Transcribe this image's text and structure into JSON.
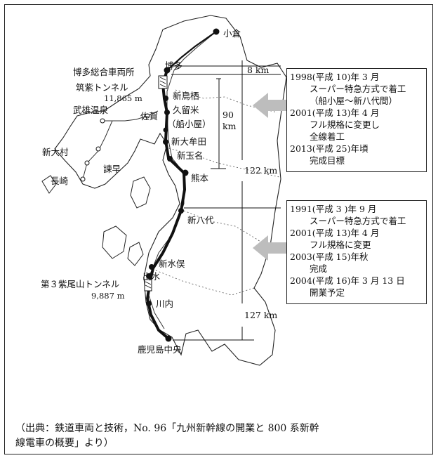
{
  "stations": {
    "kokura": "小倉",
    "hakata": "博多",
    "shintosu": "新鳥栖",
    "kurume": "久留米",
    "funagoya": "（船小屋）",
    "shinomuta": "新大牟田",
    "shintamana": "新玉名",
    "kumamoto": "熊本",
    "shinyatsushiro": "新八代",
    "shinminamata": "新水俣",
    "izumi": "出水",
    "sendai": "川内",
    "kagoshimachuo": "鹿児島中央"
  },
  "places": {
    "hakata_depot": "博多総合車両所",
    "takeo": "武雄温泉",
    "saga": "佐賀",
    "shinomura": "新大村",
    "isahaya": "諫早",
    "nagasaki": "長崎"
  },
  "tunnels": {
    "chikushi_name": "筑紫トンネル",
    "chikushi_len": "11,865 m",
    "shibiosan_name": "第３紫尾山トンネル",
    "shibiosan_len": "9,887 m"
  },
  "distances": {
    "d8": "8 km",
    "d90a": "90",
    "d90b": "km",
    "d122": "122 km",
    "d127": "127 km"
  },
  "info_north": [
    "1998(平成 10)年 3 月",
    "スーパー特急方式で着工",
    "（船小屋～新八代間）",
    "2001(平成 13)年 4 月",
    "フル規格に変更し",
    "全線着工",
    "2013(平成 25)年頃",
    "完成目標"
  ],
  "info_south": [
    "1991(平成 3 )年 9 月",
    "スーパー特急方式で着工",
    "2001(平成 13)年 4 月",
    "フル規格に変更",
    "2003(平成 15)年秋",
    "完成",
    "2004(平成 16)年 3 月 13 日",
    "開業予定"
  ],
  "source": {
    "line1": "（出典：鉄道車両と技術，No. 96「九州新幹線の開業と 800 系新幹",
    "line2": "線電車の概要」より）"
  },
  "colors": {
    "line": "#111111",
    "arrow_gray": "#bdbdbd",
    "paper": "#ffffff"
  }
}
